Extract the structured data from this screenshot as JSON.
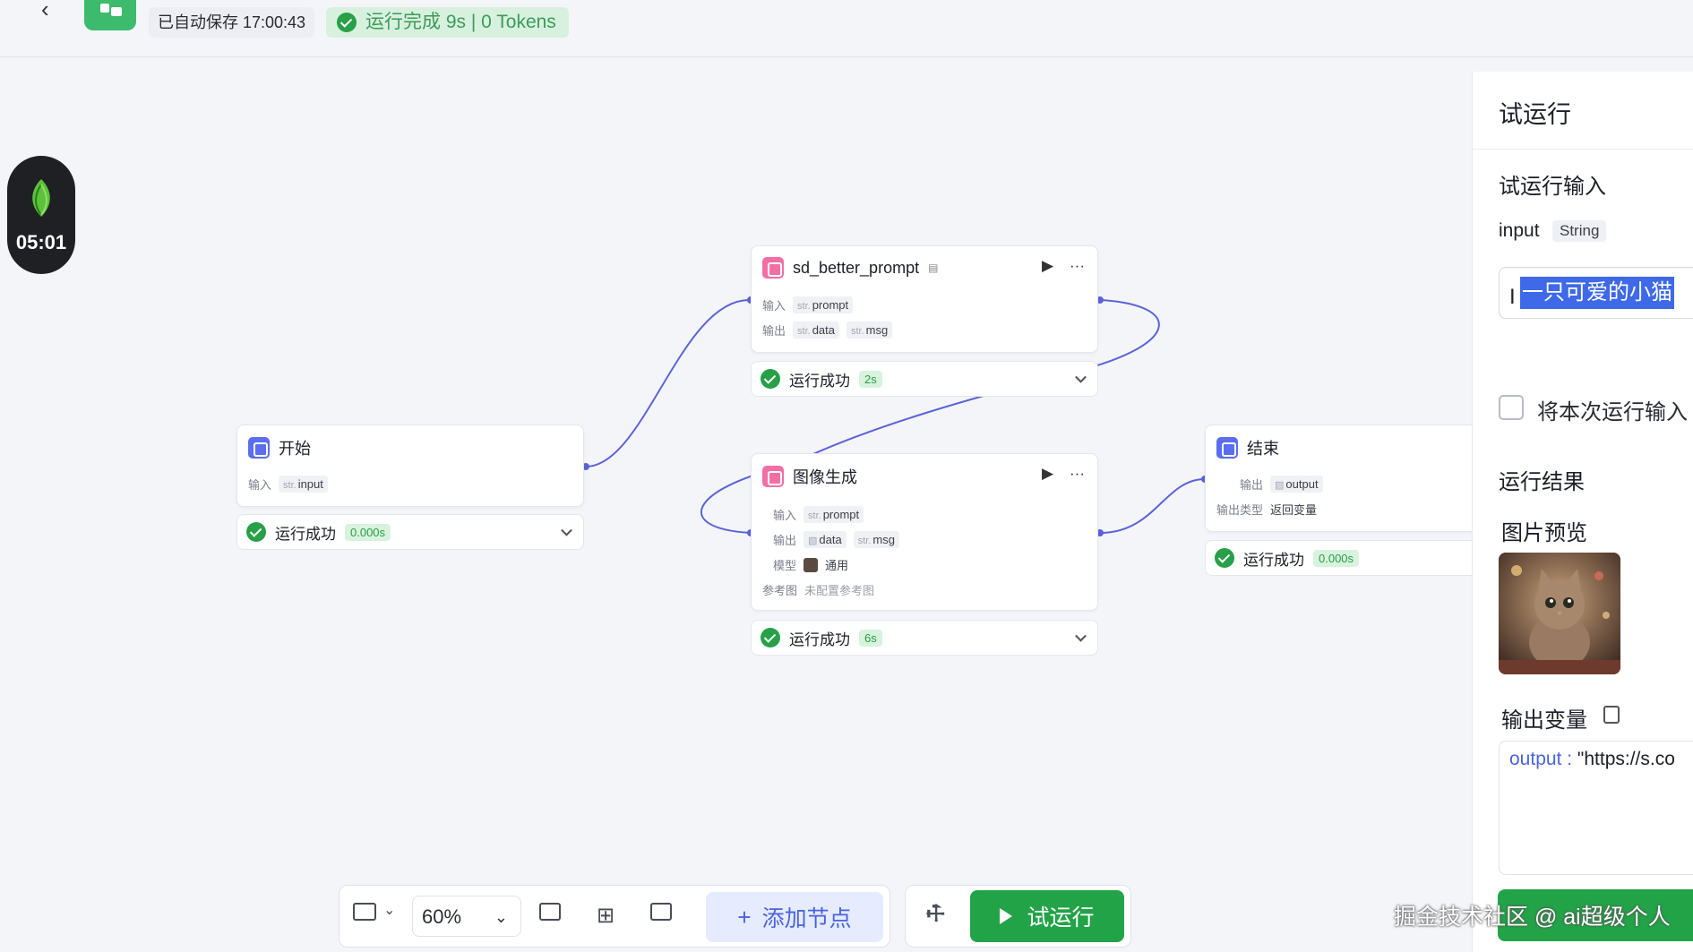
{
  "header": {
    "back_icon": "chevron-left-icon",
    "autosave_text": "已自动保存 17:00:43",
    "run_status_text": "运行完成 9s | 0 Tokens"
  },
  "timer": {
    "value": "05:01"
  },
  "nodes": {
    "start": {
      "title": "开始",
      "input_label": "输入",
      "input_type": "str.",
      "input_var": "input",
      "status": "运行成功",
      "duration": "0.000s"
    },
    "sd": {
      "title": "sd_better_prompt",
      "input_label": "输入",
      "input_type": "str.",
      "input_var": "prompt",
      "output_label": "输出",
      "output_type1": "str.",
      "output_var1": "data",
      "output_type2": "str.",
      "output_var2": "msg",
      "status": "运行成功",
      "duration": "2s"
    },
    "image": {
      "title": "图像生成",
      "input_label": "输入",
      "input_type": "str.",
      "input_var": "prompt",
      "output_label": "输出",
      "output_var1": "data",
      "output_type2": "str.",
      "output_var2": "msg",
      "model_label": "模型",
      "model_value": "通用",
      "ref_label": "参考图",
      "ref_value": "未配置参考图",
      "status": "运行成功",
      "duration": "6s"
    },
    "end": {
      "title": "结束",
      "output_label": "输出",
      "output_var": "output",
      "output_type_label": "输出类型",
      "output_type_value": "返回变量",
      "status": "运行成功",
      "duration": "0.000s"
    }
  },
  "panel": {
    "title": "试运行",
    "input_section": "试运行输入",
    "input_name": "input",
    "input_type": "String",
    "input_value": "一只可爱的小猫",
    "save_checkbox_label": "将本次运行输入",
    "result_section": "运行结果",
    "image_preview_label": "图片预览",
    "output_var_label": "输出变量",
    "output_key": "output",
    "output_value": "\"https://s.co"
  },
  "toolbar": {
    "zoom": "60%",
    "add_node_label": "添加节点",
    "run_label": "试运行"
  },
  "watermark": "掘金技术社区 @ ai超级个人",
  "colors": {
    "accent_green": "#23a348",
    "accent_blue": "#4a63e0",
    "node_pink": "#f26fa6",
    "node_blue": "#5b6ef0"
  }
}
